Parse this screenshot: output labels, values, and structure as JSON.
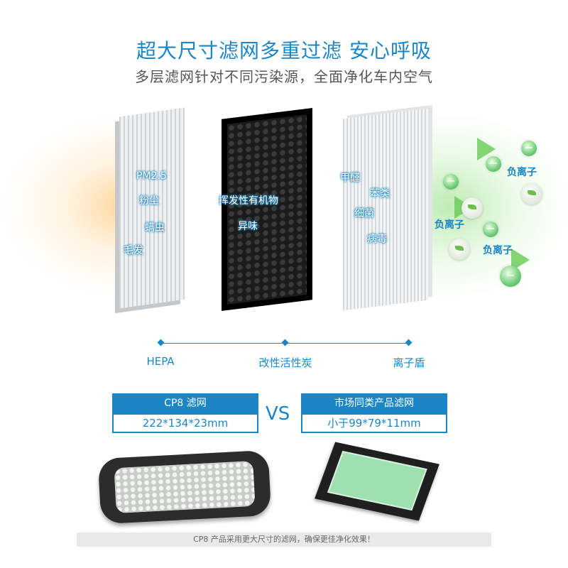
{
  "header": {
    "title": "超大尺寸滤网多重过滤   安心呼吸",
    "subtitle": "多层滤网针对不同污染源，全面净化车内空气"
  },
  "layers": {
    "hepa": [
      "PM2.5",
      "粉尘",
      "螨虫",
      "毛发"
    ],
    "carbon": [
      "挥发性有机物",
      "异味"
    ],
    "ion": [
      "甲醛",
      "苯类",
      "细菌",
      "病毒"
    ],
    "output": [
      "负离子",
      "负离子",
      "负离子"
    ]
  },
  "timeline": {
    "labels": [
      "HEPA",
      "改性活性炭",
      "离子盾"
    ]
  },
  "comparison": {
    "left": {
      "title": "CP8 滤网",
      "size": "222*134*23mm"
    },
    "vs": "VS",
    "right": {
      "title": "市场同类产品滤网",
      "size": "小于99*79*11mm"
    }
  },
  "footer": "CP8 产品采用更大尺寸的滤网，确保更佳净化效果！",
  "colors": {
    "accent": "#1a86c8",
    "ion_green": "#6fce5c"
  },
  "icons": [
    "minus-ion-icon",
    "leaf-icon",
    "arrow-right-icon"
  ]
}
